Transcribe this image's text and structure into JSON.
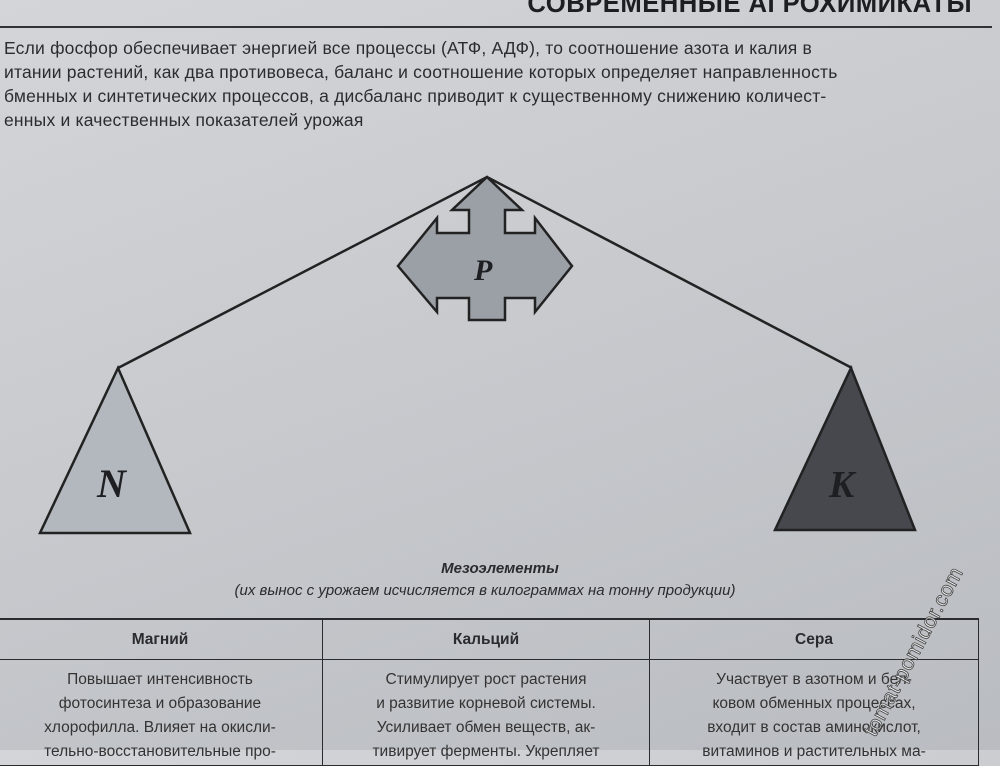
{
  "header": {
    "title": "СОВРЕМЕННЫЕ АГРОХИМИКАТЫ"
  },
  "intro_lines": [
    "Если фосфор обеспечивает энергией все процессы (АТФ, АДФ), то соотношение азота и калия в",
    "итании растений, как два противовеса, баланс и соотношение которых определяет направленность",
    "бменных и синтетических процессов, а дисбаланс приводит к существенному снижению количест-",
    "енных и качественных показателей урожая"
  ],
  "diagram": {
    "top_label": "P",
    "left_label": "N",
    "right_label": "K",
    "colors": {
      "left": "#b3b7be",
      "right": "#46484e",
      "arrows": "#9b9fa6"
    }
  },
  "section": {
    "title": "Мезоэлементы",
    "subtitle": "(их вынос с урожаем исчисляется в килограммах на тонну продукции)"
  },
  "table": {
    "headers": [
      "Магний",
      "Кальций",
      "Сера"
    ],
    "cells": [
      [
        "Повышает интенсивность",
        "фотосинтеза и образование",
        "хлорофилла. Влияет на окисли-",
        "тельно-восстановительные про-"
      ],
      [
        "Стимулирует рост растения",
        "и развитие корневой системы.",
        "Усиливает обмен веществ, ак-",
        "тивирует ферменты. Укрепляет"
      ],
      [
        "Участвует в азотном и бел-",
        "ковом обменных процессах,",
        "входит в состав аминокислот,",
        "витаминов и растительных ма-"
      ]
    ]
  },
  "watermark": "tomat-pomidor.com"
}
